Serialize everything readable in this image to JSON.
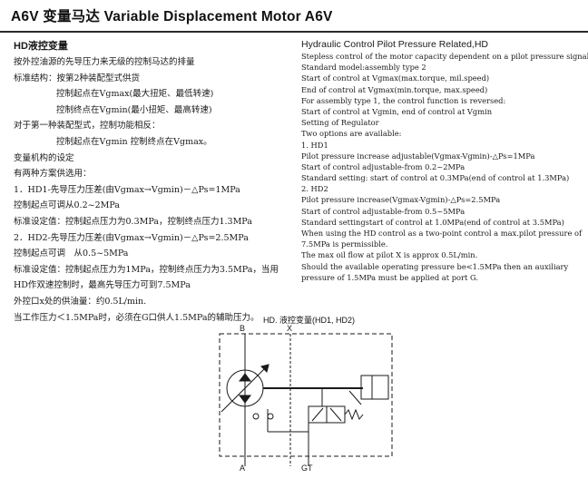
{
  "header": {
    "title": "A6V 变量马达 Variable Displacement Motor A6V"
  },
  "left": {
    "section_title": "HD液控变量",
    "lines": [
      {
        "text": "按外控油源的先导压力来无级的控制马达的排量",
        "indent": 0
      },
      {
        "text": "标准结构：按第2种装配型式供货",
        "indent": 0
      },
      {
        "text": "控制起点在Vgmax(最大扭矩、最低转速)",
        "indent": 1
      },
      {
        "text": "控制终点在Vgmin(最小扭矩、最高转速)",
        "indent": 1
      },
      {
        "text": "对于第一种装配型式，控制功能相反：",
        "indent": 0
      },
      {
        "text": "控制起点在Vgmin 控制终点在Vgmax。",
        "indent": 1
      },
      {
        "text": "变量机构的设定",
        "indent": 0
      },
      {
        "text": "有两种方案供选用：",
        "indent": 0
      },
      {
        "text": "1．HD1-先导压力压差(由Vgmax→Vgmin)－△Ps=1MPa",
        "indent": 0
      },
      {
        "text": "控制起点可调从0.2~2MPa",
        "indent": 0
      },
      {
        "text": "标准设定值：控制起点压力为0.3MPa，控制终点压力1.3MPa",
        "indent": 0
      },
      {
        "text": "2．HD2-先导压力压差(由Vgmax→Vgmin)－△Ps=2.5MPa",
        "indent": 0
      },
      {
        "text": "控制起点可调　从0.5~5MPa",
        "indent": 0
      },
      {
        "text": "标准设定值：控制起点压力为1MPa，控制终点压力为3.5MPa，当用",
        "indent": 0
      },
      {
        "text": "HD作双速控制时，最高先导压力可到7.5MPa",
        "indent": 0
      },
      {
        "text": "外控口x处的供油量：约0.5L/min.",
        "indent": 0
      },
      {
        "text": "当工作压力＜1.5MPa时，必须在G口供人1.5MPa的辅助压力。",
        "indent": 0
      }
    ]
  },
  "right": {
    "section_title": "Hydraulic Control Pilot Pressure Related,HD",
    "lines": [
      "Stepless control of the motor capacity dependent on a pilot pressure signal.",
      "Standard model:assembly type 2",
      "Start of control at Vgmax(max.torque, mil.speed)",
      "End of control at Vgmax(min.torque, max.speed)",
      "For assembly type 1, the control function is reversed:",
      "Start of control at Vgmin, end of control at Vgmin",
      "Setting of Regulator",
      "Two options are available:",
      "1. HD1",
      "Pilot pressure increase adjustable(Vgmax-Vgmin)-△Ps=1MPa",
      "Start of control adjustable-from 0.2~2MPa",
      "Standard setting: start of control at 0.3MPa(end of control at 1.3MPa)",
      "2. HD2",
      "Pilot pressure increase(Vgmax-Vgmin)-△Ps=2.5MPa",
      "Start of control adjustable-from 0.5~5MPa",
      "Standard settingstart of control at 1.0MPa(end of control at 3.5MPa)",
      "When using the HD control as a two-point control a max.pilot pressure of",
      "7.5MPa is permissible.",
      "The max oil flow at pilot X is approx 0.5L/min.",
      "Should the available operating pressure be<1.5MPa then an auxiliary",
      "pressure of 1.5MPa must be applied at port G."
    ]
  },
  "diagram": {
    "title": "HD. 液控变量(HD1, HD2)",
    "labels": {
      "b": "B",
      "x": "X",
      "a": "A",
      "gt": "GT"
    }
  },
  "colors": {
    "line": "#1a1a1a",
    "watermark": "#f09696"
  }
}
